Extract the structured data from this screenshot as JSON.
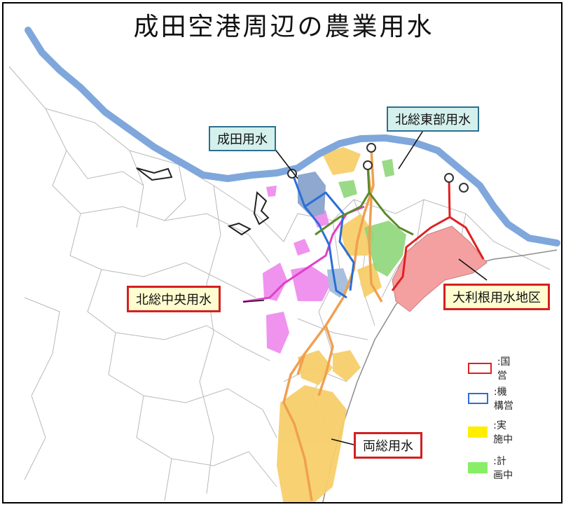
{
  "title": "成田空港周辺の農業用水",
  "labels": {
    "narita": "成田用水",
    "hokuso_east": "北総東部用水",
    "hokuso_central": "北総中央用水",
    "otone": "大利根用水地区",
    "ryoso": "両総用水"
  },
  "legend": [
    {
      "label": ":国営",
      "style": "outline",
      "color": "#e02020"
    },
    {
      "label": ":機構営",
      "style": "outline",
      "color": "#2a6fd6"
    },
    {
      "label": ":実施中",
      "style": "fill",
      "color": "#ffee00"
    },
    {
      "label": ":計画中",
      "style": "fill",
      "color": "#88ee66"
    }
  ],
  "colors": {
    "river": "#7fa7dc",
    "national": "#e02020",
    "agency": "#2a6fd6",
    "narita_area": "#8fa8d0",
    "hokuso_central_area": "#ee88ee",
    "hokuso_central_line": "#e040c8",
    "ryoso_area": "#f7cf6a",
    "ryoso_line": "#f0a050",
    "hokuso_east_area": "#8fd67a",
    "hokuso_east_line": "#5a8a2a",
    "otone_area": "#f4a0a0",
    "coast": "#999999",
    "boundary": "#b9b9b9"
  }
}
